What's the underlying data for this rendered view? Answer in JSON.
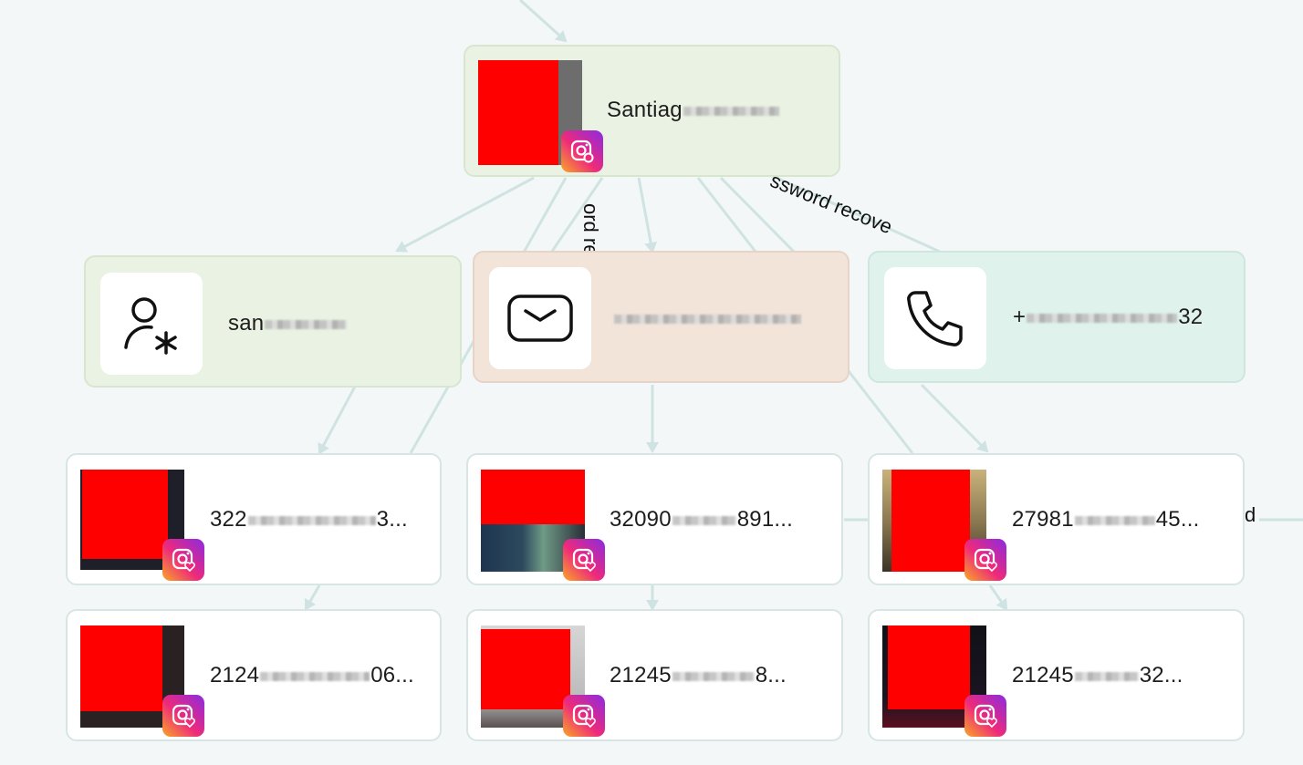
{
  "edge_labels": {
    "recovery_vertical": "ord rec",
    "recovery_diagonal": "ssword recove",
    "right_stub": "d"
  },
  "root": {
    "name_visible": "Santiag",
    "badge_icon": "instagram-profile-icon"
  },
  "identifiers": {
    "username": {
      "visible": "san",
      "icon": "user-asterisk-icon"
    },
    "email": {
      "visible": "",
      "icon": "envelope-icon"
    },
    "phone": {
      "prefix": "+",
      "suffix": "32",
      "icon": "phone-icon"
    }
  },
  "posts_row1": [
    {
      "id_start": "322",
      "id_end": "3..."
    },
    {
      "id_start": "32090",
      "id_end": "891..."
    },
    {
      "id_start": "27981",
      "id_end": "45..."
    }
  ],
  "posts_row2": [
    {
      "id_start": "2124",
      "id_end": "06..."
    },
    {
      "id_start": "21245",
      "id_end": "8..."
    },
    {
      "id_start": "21245",
      "id_end": "32..."
    }
  ],
  "colors": {
    "edge": "#cfe3e2",
    "redaction": "#ff0000",
    "instagram_gradient": [
      "#f9a825",
      "#ee2a7b",
      "#8a2be2"
    ]
  }
}
